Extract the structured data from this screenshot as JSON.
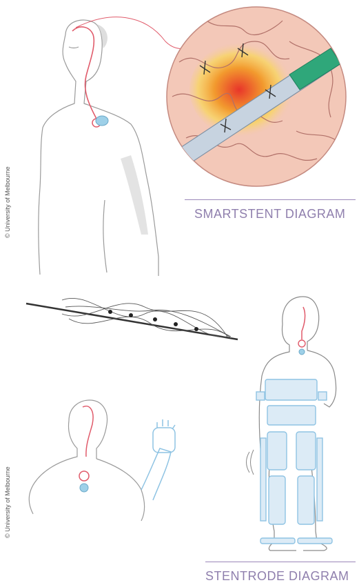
{
  "top": {
    "credit": "© University of Melbourne",
    "caption": "SMARTSTENT DIAGRAM"
  },
  "bottom": {
    "credit": "© University of Melbourne",
    "caption": "STENTRODE DIAGRAM"
  },
  "colors": {
    "caption": "#8f7fad",
    "wire": "#e05a6a",
    "exo": "#8ec3e3",
    "brain": "#f3c8b8",
    "hotspot": "#e8352a",
    "catheter_tip": "#2fa77a"
  }
}
